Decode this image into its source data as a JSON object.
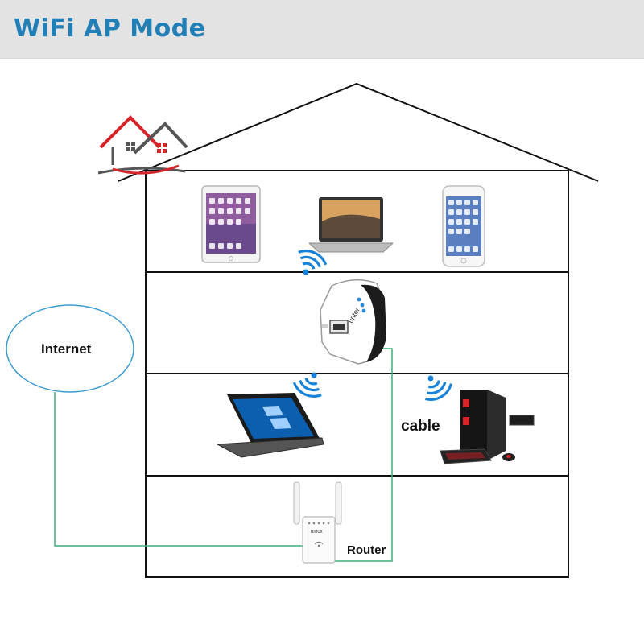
{
  "banner": {
    "title": "WiFi AP Mode"
  },
  "labels": {
    "internet": "Internet",
    "cable": "cable",
    "router": "Router"
  },
  "devices": {
    "repeater_brand": "unter",
    "router_brand": "umox"
  },
  "icons": [
    "home-logo-icon",
    "wifi-signal-icon",
    "tablet-icon",
    "laptop-icon",
    "smartphone-icon",
    "wifi-repeater-icon",
    "convertible-laptop-icon",
    "desktop-pc-icon",
    "router-icon"
  ],
  "colors": {
    "title": "#1f7fb6",
    "banner_bg": "#e3e3e3",
    "link_line": "#3fae7a",
    "cloud_outline": "#3a9bd0",
    "wifi_blue": "#1683d8",
    "logo_red": "#d6242b",
    "outline": "#111111"
  }
}
